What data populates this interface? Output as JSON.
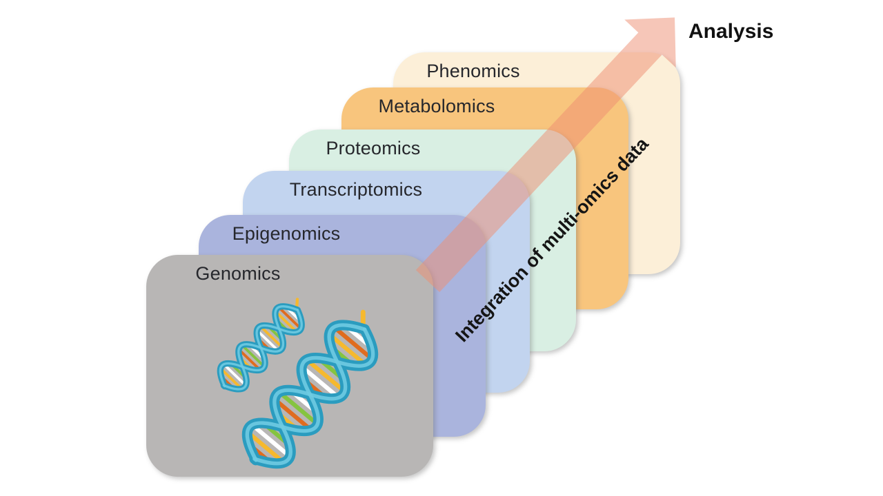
{
  "diagram": {
    "background_color": "#ffffff",
    "layers": [
      {
        "label": "Phenomics",
        "color": "#fcefd8"
      },
      {
        "label": "Metabolomics",
        "color": "#f8c57d"
      },
      {
        "label": "Proteomics",
        "color": "#d9efe3"
      },
      {
        "label": "Transcriptomics",
        "color": "#c2d4ef"
      },
      {
        "label": "Epigenomics",
        "color": "#aab4dd"
      },
      {
        "label": "Genomics",
        "color": "#b8b6b5"
      }
    ],
    "layer_label_color": "#26272c",
    "arrow": {
      "color": "rgba(237,141,113,0.5)",
      "label": "Analysis",
      "label_color": "#111111"
    },
    "diagonal_label": {
      "text": "Integration of multi-omics data",
      "color": "#151515"
    },
    "icons": {
      "dna": "dna-double-helix-illustration",
      "arrow": "diagonal-up-right-arrow"
    },
    "dna_colors": {
      "ribbon_dark": "#2b9cbf",
      "ribbon_light": "#6fcbe2",
      "rung_orange": "#e06c1f",
      "rung_yellow": "#f6b92d",
      "rung_green": "#85c440",
      "rung_white": "#ffffff"
    }
  }
}
